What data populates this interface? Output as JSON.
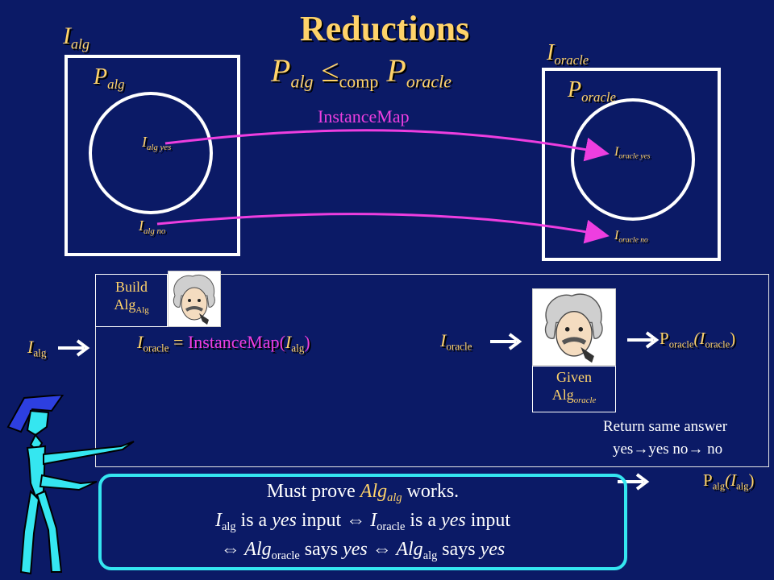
{
  "title": "Reductions",
  "top_labels": {
    "alg_set": "I",
    "alg_set_sub": "alg",
    "oracle_set": "I",
    "oracle_set_sub": "oracle",
    "p_alg": "P",
    "p_alg_sub": "alg",
    "p_oracle": "P",
    "p_oracle_sub": "oracle"
  },
  "relation": {
    "left": "P",
    "left_sub": "alg",
    "op": "≤",
    "op_sub": "comp",
    "right": "P",
    "right_sub": "oracle"
  },
  "instance_map_label": "InstanceMap",
  "instances": {
    "alg_yes": "I",
    "alg_yes_sub": "alg yes",
    "alg_no": "I",
    "alg_no_sub": "alg no",
    "oracle_yes": "I",
    "oracle_yes_sub": "oracle yes",
    "oracle_no": "I",
    "oracle_no_sub": "oracle no"
  },
  "build_tag": {
    "line1": "Build",
    "line2": "Alg",
    "line2_sub": "Alg"
  },
  "given_tag": {
    "line1": "Given",
    "line2": "Alg",
    "line2_sub": "oracle"
  },
  "flow": {
    "input": "I",
    "input_sub": "alg",
    "map_lhs": "I",
    "map_lhs_sub": "oracle",
    "map_eq": " = ",
    "map_fn": "InstanceMap(",
    "map_arg": "I",
    "map_arg_sub": "alg",
    "map_close": ")",
    "oracle_in": "I",
    "oracle_in_sub": "oracle",
    "oracle_out": "P",
    "oracle_out_sub": "oracle",
    "oracle_out_arg": "(I",
    "oracle_out_arg_sub": "oracle",
    "oracle_out_close": ")",
    "return_line1": "Return same answer",
    "return_yes": "yes",
    "return_yes2": "yes no",
    "return_no": " no",
    "final": "P",
    "final_sub": "alg",
    "final_arg": "(I",
    "final_arg_sub": "alg",
    "final_close": ")"
  },
  "callout": {
    "line1_a": "Must prove ",
    "line1_b": "Alg",
    "line1_b_sub": "alg",
    "line1_c": " works.",
    "line2_a": "I",
    "line2_a_sub": "alg",
    "line2_b": " is a ",
    "line2_c": "yes",
    "line2_d": " input ",
    "line2_e": " I",
    "line2_e_sub": "oracle",
    "line2_f": " is a ",
    "line2_g": "yes",
    "line2_h": " input",
    "line3_a": " Alg",
    "line3_a_sub": "oracle",
    "line3_b": " says ",
    "line3_c": "yes",
    "line3_d": " Alg",
    "line3_d_sub": "alg",
    "line3_e": " says ",
    "line3_f": "yes"
  },
  "colors": {
    "background": "#0b1a66",
    "title": "#ffd36a",
    "map": "#ee3ee0",
    "callout": "#35e6f0",
    "text": "#ffffff"
  }
}
